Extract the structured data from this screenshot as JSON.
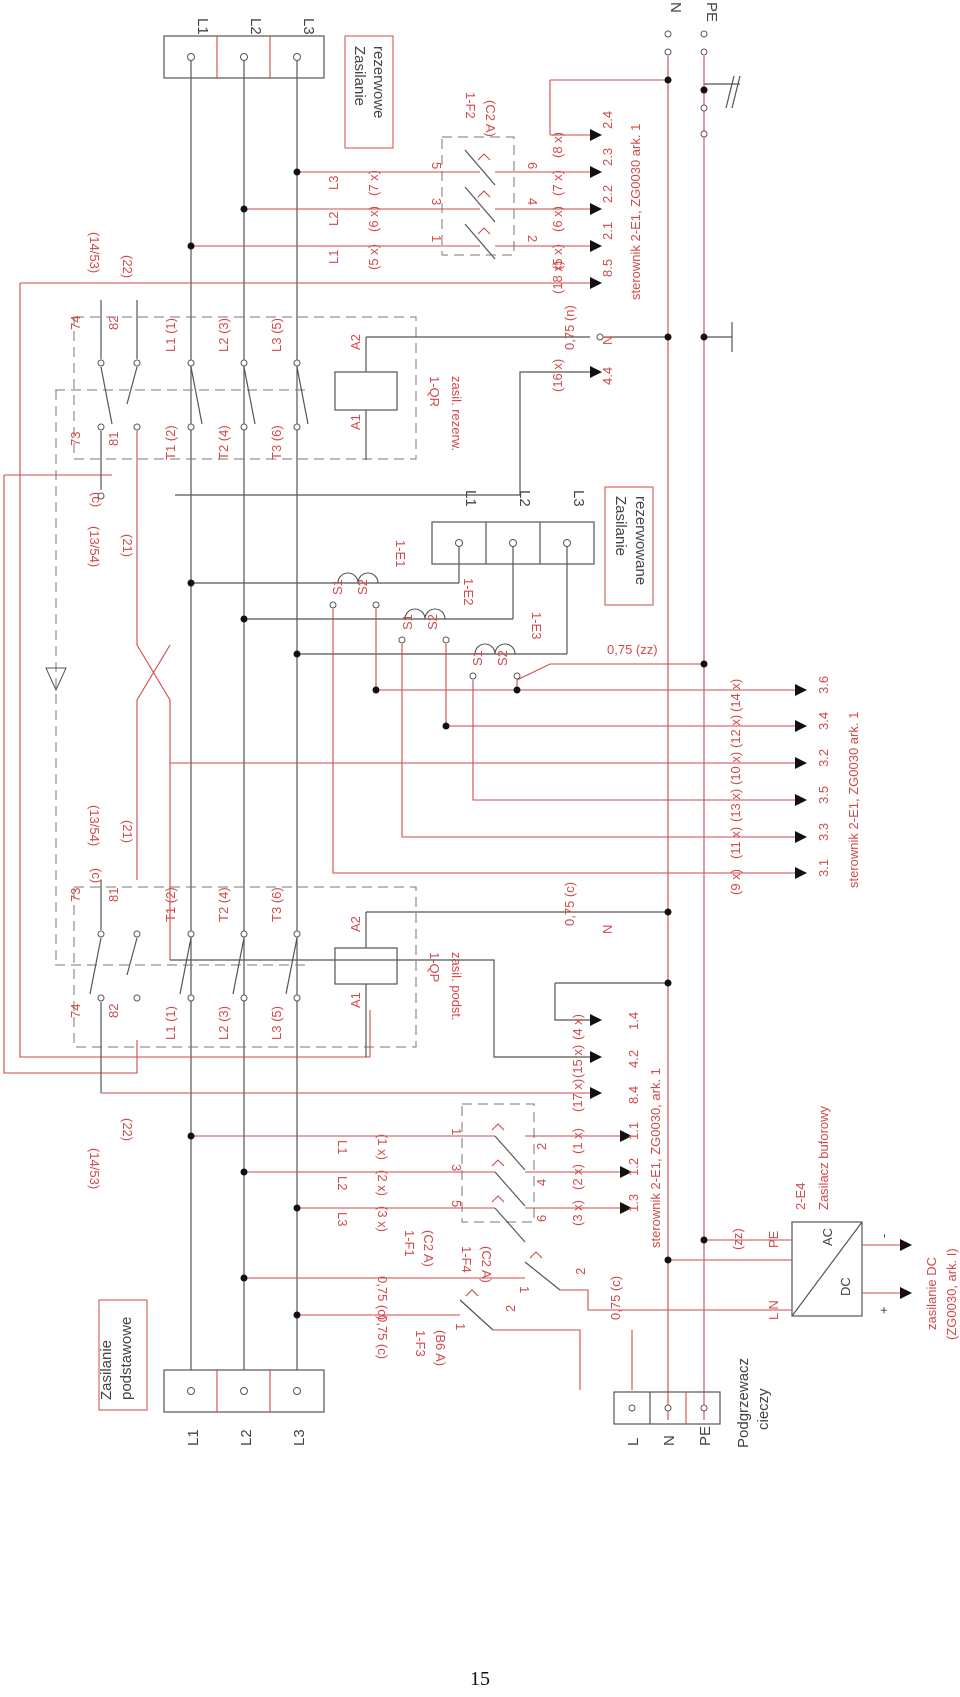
{
  "page": {
    "number": "15"
  },
  "colors": {
    "wire_black": "#555555",
    "wire_red": "#d24a4a",
    "frame_red": "#d24a4a"
  },
  "sources": {
    "reserve_box": [
      "Zasilanie",
      "rezerwowe"
    ],
    "reserved_box": [
      "Zasilanie",
      "rezerwowane"
    ],
    "basic_box": [
      "Zasilanie",
      "podstawowe"
    ]
  },
  "phases": {
    "l1": "L1",
    "l2": "L2",
    "l3": "L3",
    "n": "N",
    "pe": "PE",
    "l": "L"
  },
  "contactor_qr": {
    "name": "1-QR",
    "desc": "zasil. rezerw.",
    "aux": [
      "74",
      "73",
      "82",
      "81"
    ],
    "top": [
      "L1 (1)",
      "L2 (3)",
      "L3 (5)"
    ],
    "bottom": [
      "T1 (2)",
      "T2 (4)",
      "T3 (6)"
    ],
    "coil": [
      "A2",
      "A1"
    ],
    "refs": [
      "(14/53)",
      "(22)",
      "(13/54)",
      "(21)",
      "(c)"
    ]
  },
  "contactor_qp": {
    "name": "1-QP",
    "desc": "zasil. podst.",
    "aux": [
      "73",
      "74",
      "81",
      "82"
    ],
    "top": [
      "T1 (2)",
      "T2 (4)",
      "T3 (6)"
    ],
    "bottom": [
      "L1 (1)",
      "L2 (3)",
      "L3 (5)"
    ],
    "coil": [
      "A2",
      "A1"
    ],
    "refs": [
      "(13/54)",
      "(21)",
      "(14/53)",
      "(22)",
      "(c)"
    ]
  },
  "breaker_f2": {
    "name": "1-F2",
    "rating": "(C2 A)",
    "terms": [
      "1",
      "2",
      "3",
      "4",
      "5",
      "6"
    ],
    "in_labels": [
      "L1",
      "L2",
      "L3"
    ],
    "in_refs": [
      "(5 x)",
      "(6 x)",
      "(7 x)"
    ],
    "out_refs": [
      "(5 x)",
      "(6 x)",
      "(7 x)",
      "(8 x)"
    ]
  },
  "breaker_f1": {
    "name": "1-F1",
    "rating": "(C2 A)",
    "terms": [
      "1",
      "2",
      "3",
      "4",
      "5",
      "6"
    ],
    "in_labels": [
      "L1",
      "L2",
      "L3"
    ],
    "in_refs": [
      "(1 x)",
      "(2 x)",
      "(3 x)"
    ],
    "out_refs": [
      "(1 x)",
      "(2 x)",
      "(3 x)"
    ]
  },
  "breaker_f4": {
    "name": "1-F4",
    "rating": "(C2 A)",
    "terms": [
      "1",
      "2"
    ]
  },
  "breaker_f3": {
    "name": "1-F3",
    "rating": "(B6 A)",
    "terms": [
      "1",
      "2"
    ]
  },
  "cts": {
    "names": [
      "1-E1",
      "1-E2",
      "1-E3"
    ],
    "s1": "S1",
    "s2": "S2"
  },
  "wire_labels": {
    "n_qr": "0,75 (n)",
    "zz": "0,75 (zz)",
    "c_qp": "0,75 (c)",
    "c_f4_in": "0,75 (c)",
    "c_f4_out": "0,75 (c)",
    "c_f3": "0,75 (c)",
    "zz_psu": "(zz)"
  },
  "ctrl_top": {
    "caption": "sterownik 2-E1, ZG0030 ark. 1",
    "terms": [
      "8.5",
      "2.1",
      "2.2",
      "2.3",
      "2.4"
    ],
    "refs": [
      "(18 x)"
    ],
    "n_term": "N",
    "t44": "4.4",
    "ref44": "(16 x)"
  },
  "ctrl_mid": {
    "caption": "sterownik 2-E1, ZG0030 ark. 1",
    "terms": [
      "3.6",
      "3.4",
      "3.2",
      "3.5",
      "3.3",
      "3.1"
    ],
    "refs": [
      "(14 x)",
      "(12 x)",
      "(10 x)",
      "(13 x)",
      "(11 x)",
      "(9 x)"
    ]
  },
  "ctrl_bot": {
    "caption": "sterownik 2-E1, ZG0030, ark. 1",
    "terms": [
      "1.4",
      "4.2",
      "8.4",
      "1.1",
      "1.2",
      "1.3"
    ],
    "refs": [
      "(4 x)",
      "(15 x)",
      "(17 x)",
      "(1 x)",
      "(2 x)",
      "(3 x)"
    ],
    "n_term": "N"
  },
  "psu": {
    "name": "2-E4",
    "desc": "Zasilacz buforowy",
    "ac": "AC",
    "dc": "DC",
    "pe": "PE",
    "ln": "L N",
    "minus": "-",
    "plus": "+",
    "out": "zasilanie DC",
    "out_ref": "(ZG0030, ark. I)"
  },
  "heater": {
    "line1": "Podgrzewacz",
    "line2": "cieczy"
  }
}
